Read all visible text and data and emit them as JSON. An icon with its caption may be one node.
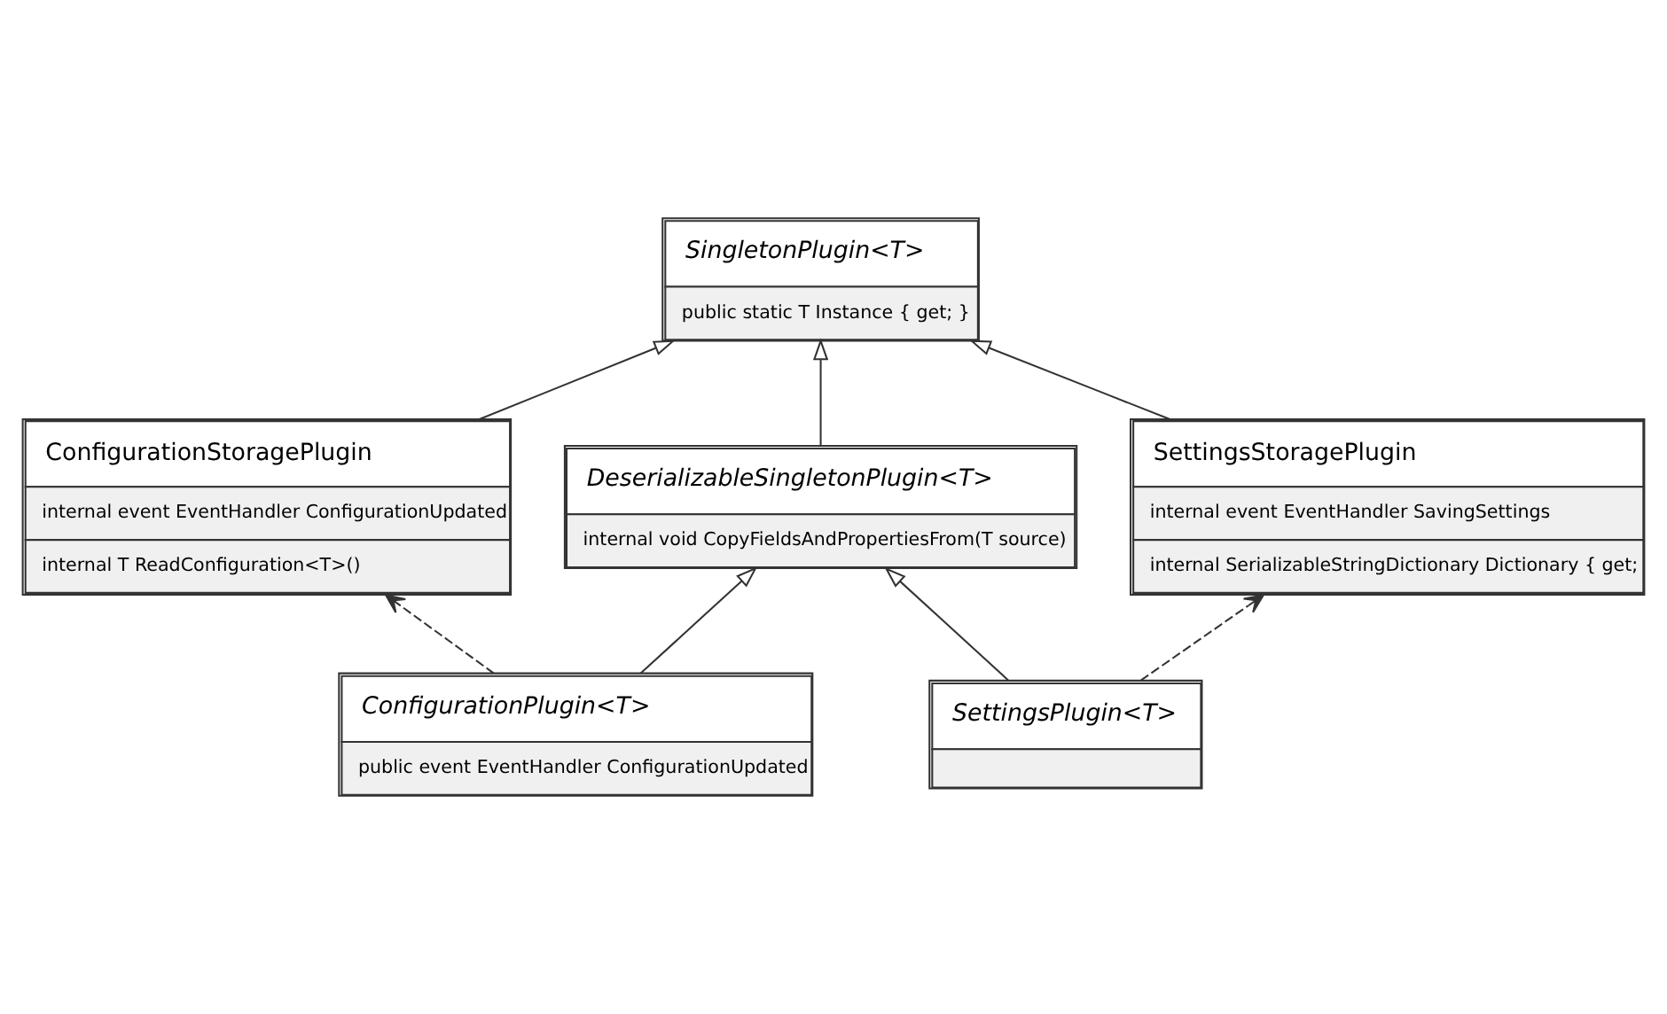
{
  "diagram": {
    "nodes": [
      {
        "text": [
          "SingletonPlugin<T>",
          "public static T Instance { get; }"
        ]
      },
      {
        "text": [
          "ConfigurationStoragePlugin",
          "internal event EventHandler ConfigurationUpdated",
          "internal T ReadConfiguration<T>()"
        ]
      },
      {
        "text": [
          "SettingsStoragePlugin",
          "internal event EventHandler SavingSettings",
          "internal SerializableStringDictionary Dictionary { get;"
        ]
      },
      {
        "text": [
          "DeserializableSingletonPlugin<T>",
          "internal void CopyFieldsAndPropertiesFrom(T source)"
        ]
      },
      {
        "text": [
          "ConfigurationPlugin<T>",
          "public event EventHandler ConfigurationUpdated"
        ]
      },
      {
        "text": [
          "SettingsPlugin<T>"
        ]
      }
    ],
    "edges": [
      {
        "from": 1,
        "to": 0,
        "arrow": "to"
      },
      {
        "from": 3,
        "to": 0,
        "arrow": "to"
      },
      {
        "from": 2,
        "to": 0,
        "arrow": "to"
      },
      {
        "from": 4,
        "to": 3,
        "arrow": "to"
      },
      {
        "from": 5,
        "to": 3,
        "arrow": "to"
      },
      {
        "from": 4,
        "to": 1,
        "arrow": "to",
        "style": "dashed"
      },
      {
        "from": 5,
        "to": 2,
        "arrow": "to",
        "style": "dashed"
      }
    ]
  }
}
